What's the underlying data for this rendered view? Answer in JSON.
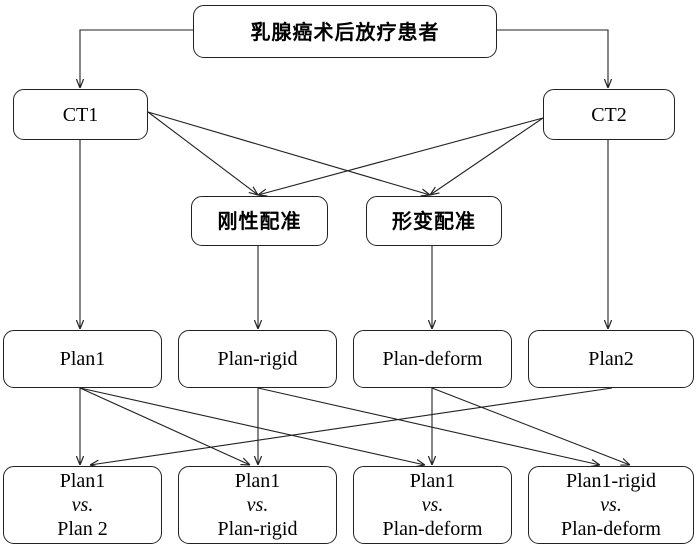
{
  "nodes": {
    "root": "乳腺癌术后放疗患者",
    "ct1": "CT1",
    "ct2": "CT2",
    "rigid_reg": "刚性配准",
    "deform_reg": "形变配准",
    "plan1": "Plan1",
    "plan_rigid": "Plan-rigid",
    "plan_deform": "Plan-deform",
    "plan2": "Plan2"
  },
  "comparisons": [
    {
      "line1_main": "Plan1 ",
      "line1_vs": "vs.",
      "line2": "Plan 2"
    },
    {
      "line1_main": "Plan1 ",
      "line1_vs": "vs.",
      "line2": "Plan-rigid"
    },
    {
      "line1_main": "Plan1 ",
      "line1_vs": "vs.",
      "line2": "Plan-deform"
    },
    {
      "line1_main": "Plan1-rigid ",
      "line1_vs": "vs.",
      "line2": "Plan-deform"
    }
  ],
  "colors": {
    "stroke": "#222222",
    "background": "#ffffff"
  }
}
